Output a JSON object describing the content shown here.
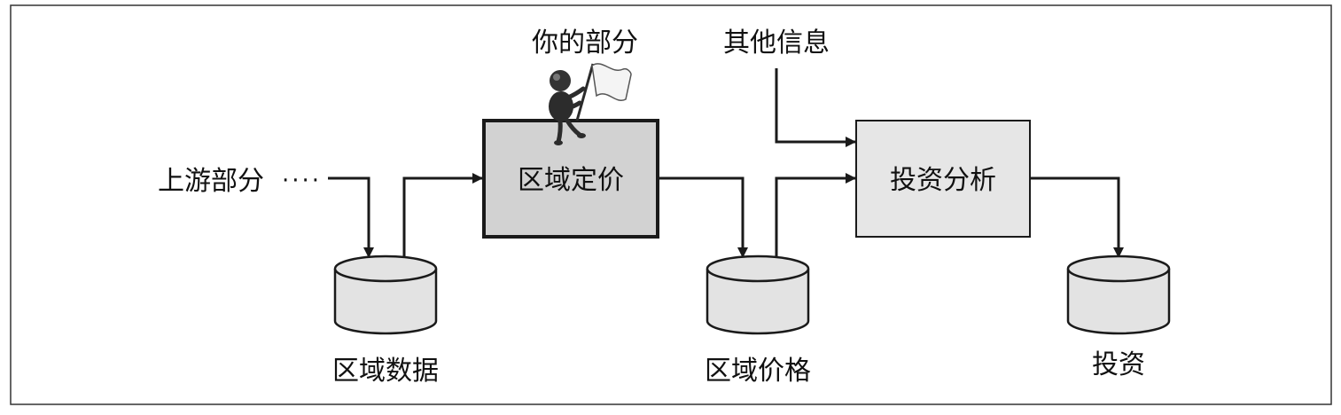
{
  "labels": {
    "upstream": "上游部分",
    "your_part": "你的部分",
    "other_info": "其他信息"
  },
  "processes": {
    "regional_pricing": "区域定价",
    "investment_analysis": "投资分析"
  },
  "data_stores": {
    "regional_data": "区域数据",
    "regional_prices": "区域价格",
    "investment": "投资"
  },
  "colors": {
    "highlight_box": "#d2d2d2",
    "box": "#e6e6e6",
    "cylinder": "#e3e3e3",
    "stroke": "#1a1a1a"
  },
  "icons": {
    "person_with_flag": "flag-person-icon"
  }
}
